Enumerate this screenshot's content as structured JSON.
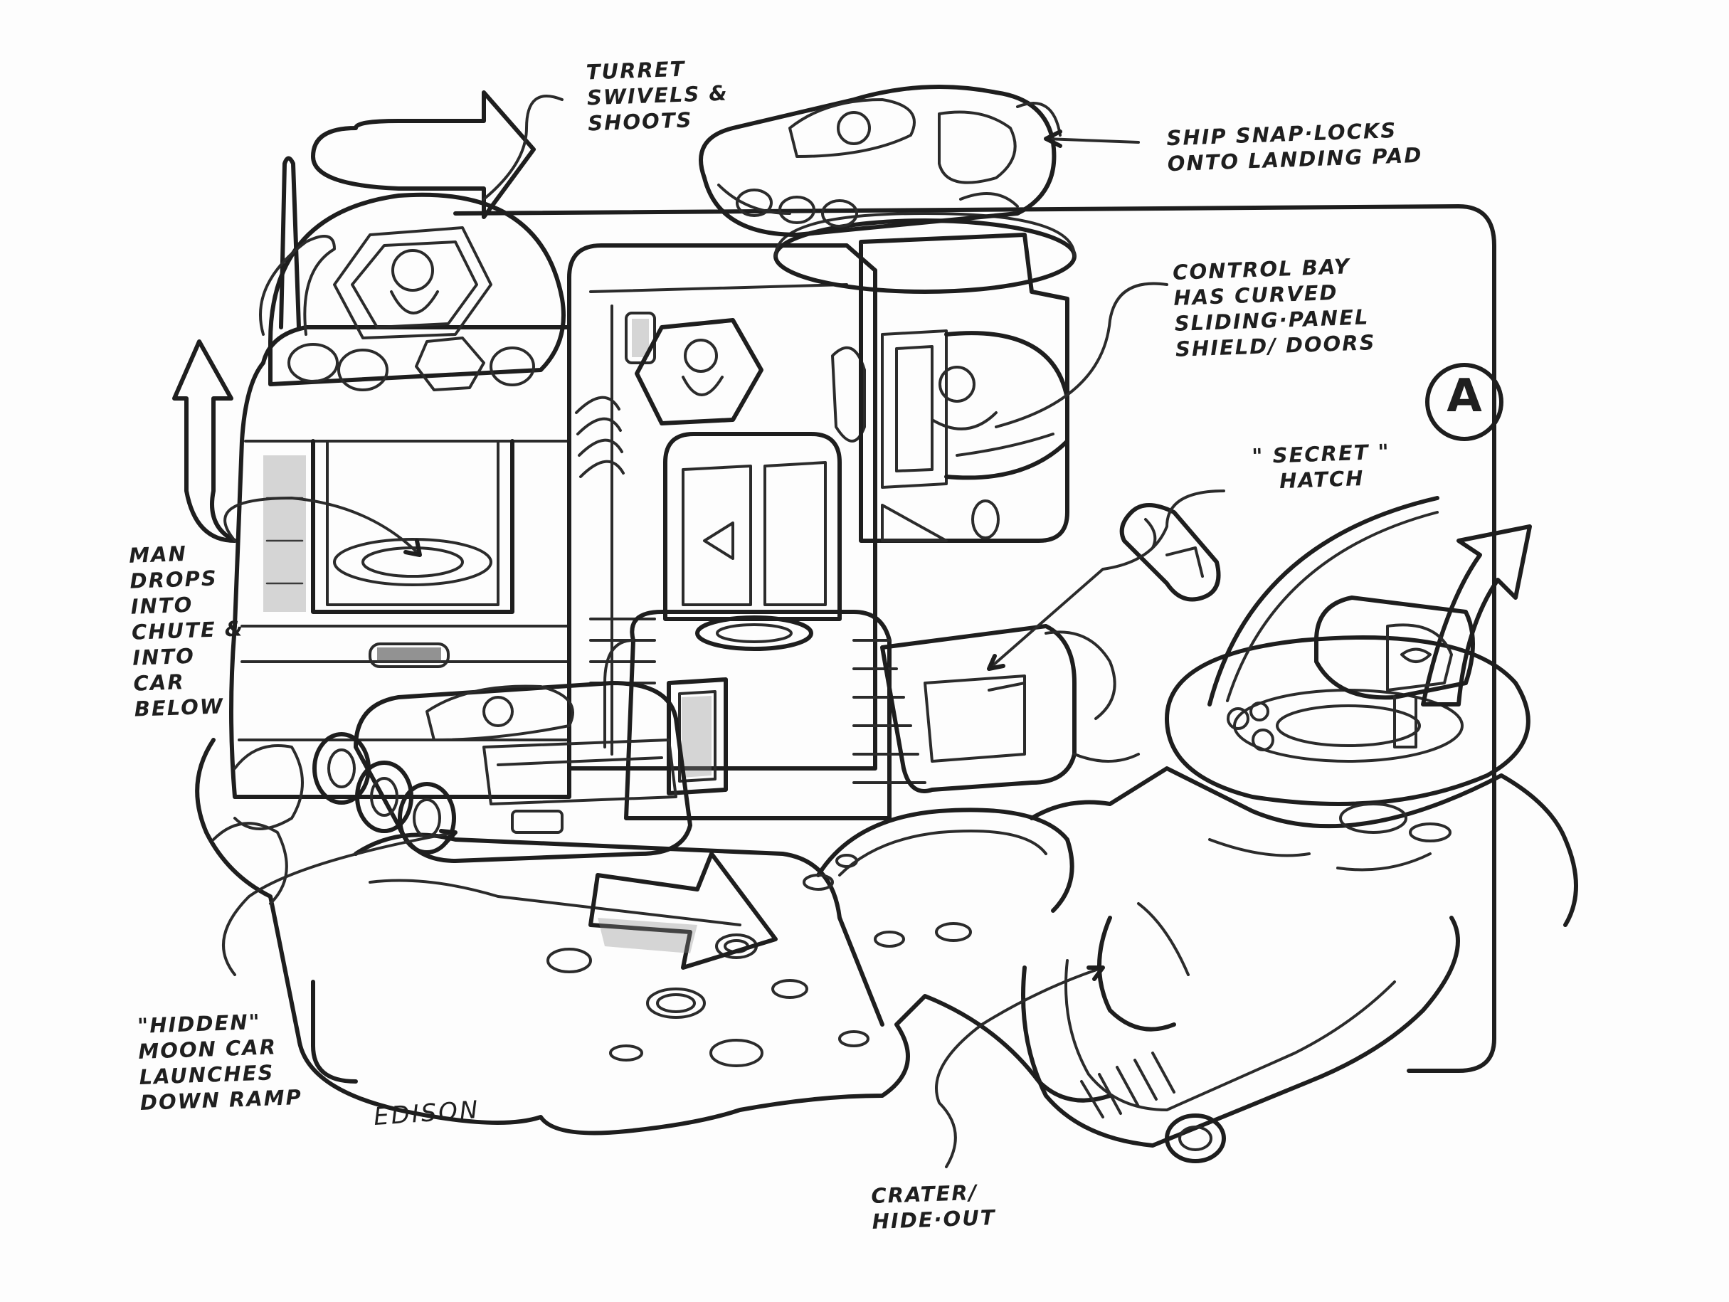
{
  "labels": {
    "turret": "TURRET\nSWIVELS &\nSHOOTS",
    "ship": "SHIP SNAP·LOCKS\nONTO LANDING PAD",
    "control_bay": "CONTROL BAY\nHAS CURVED\nSLIDING·PANEL\nSHIELD/ DOORS",
    "secret_hatch": "\" SECRET \"\nHATCH",
    "man_drops": "MAN\nDROPS\nINTO\nCHUTE &\nINTO\nCAR\nBELOW",
    "moon_car": "\"HIDDEN\"\nMOON CAR\nLAUNCHES\nDOWN RAMP",
    "crater": "CRATER/\nHIDE·OUT"
  },
  "badge": "A",
  "signature": "EDISON",
  "colors": {
    "ink": "#2b2b2b",
    "paper": "#fdfdfd",
    "shade": "#8a8a8a"
  }
}
